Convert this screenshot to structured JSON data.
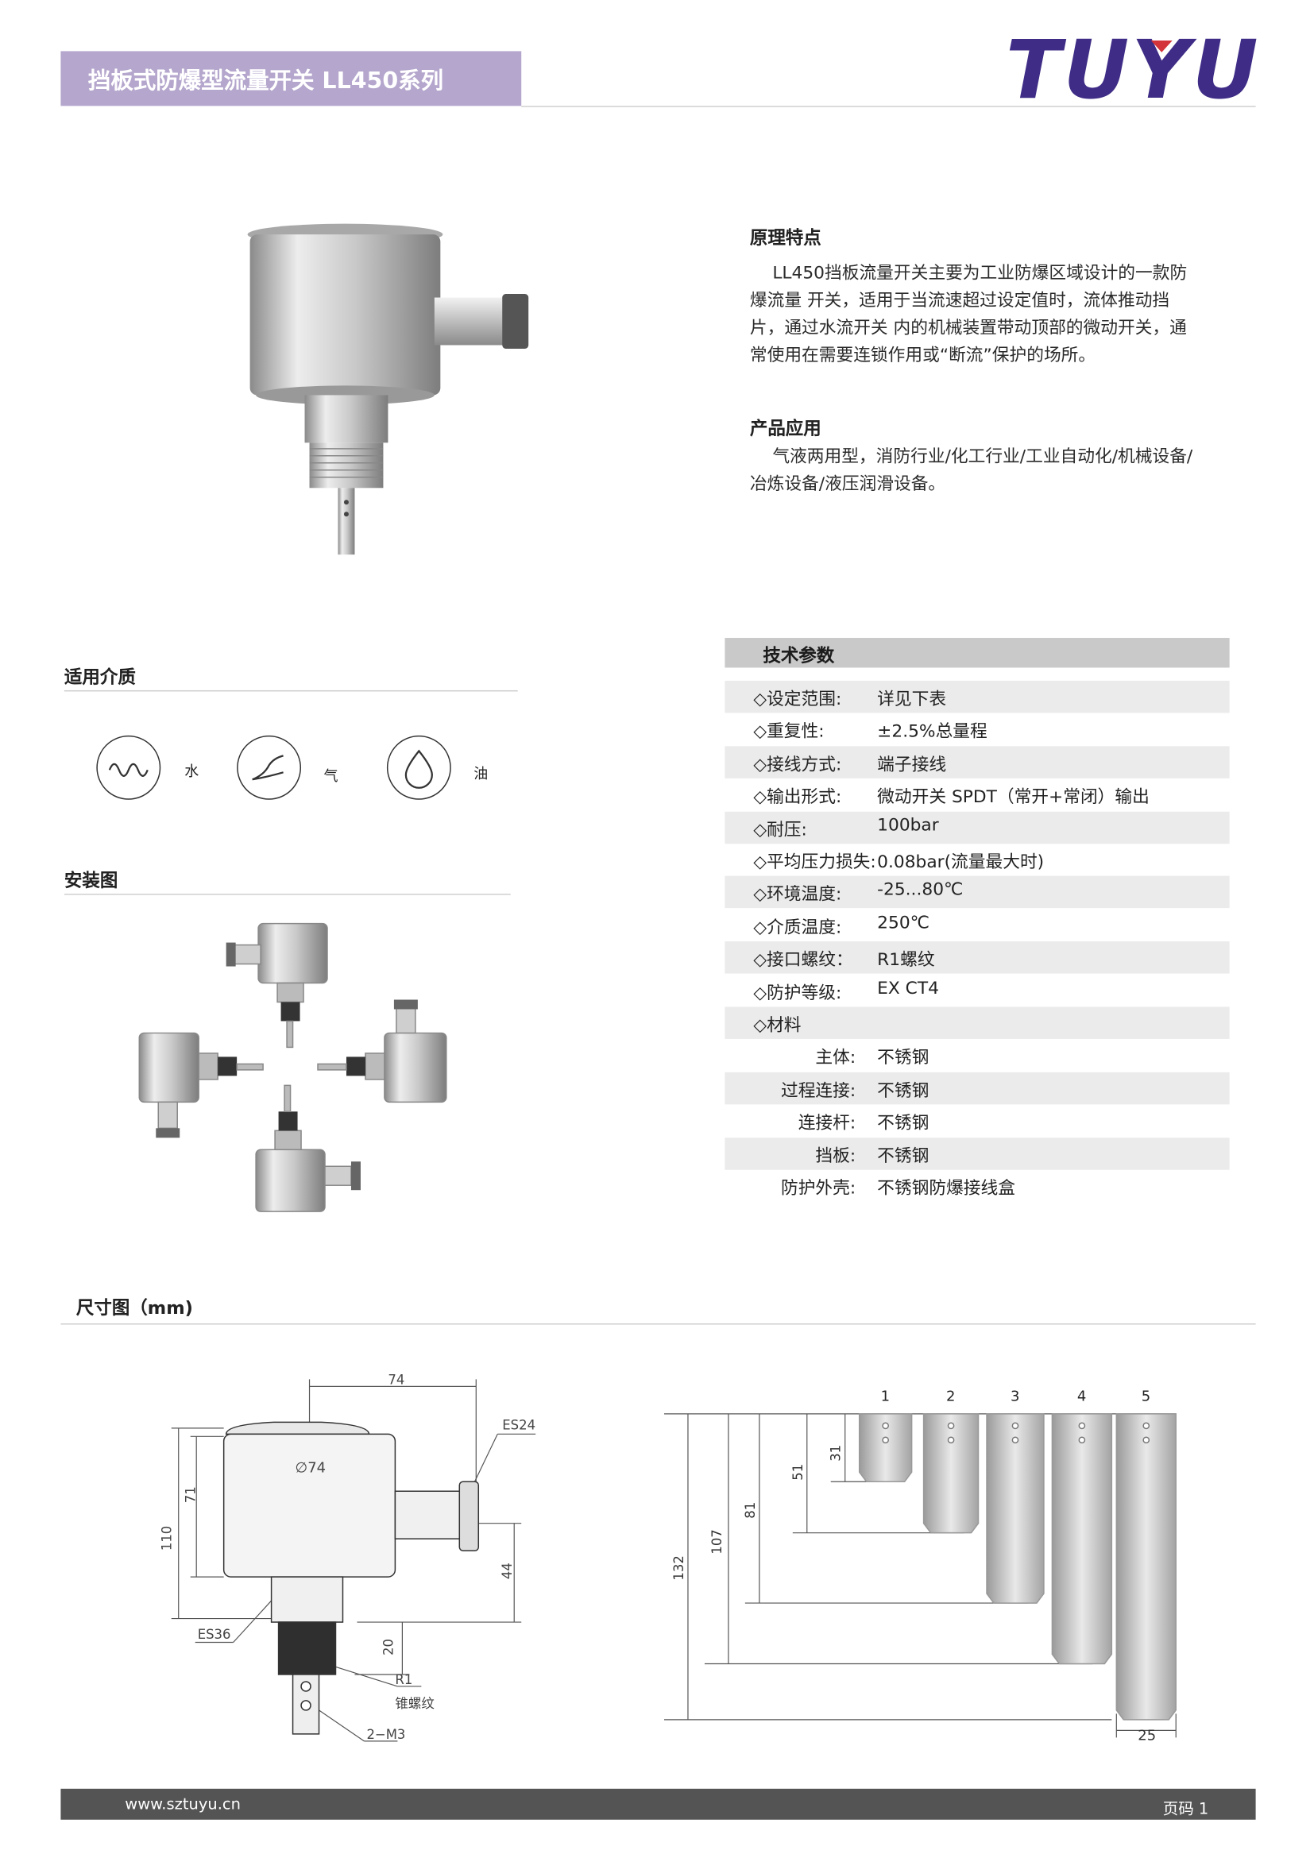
{
  "header": {
    "title": "挡板式防爆型流量开关 LL450系列",
    "logo_text": "TUYU"
  },
  "principle": {
    "heading": "原理特点",
    "body": "LL450挡板流量开关主要为工业防爆区域设计的一款防爆流量 开关，适用于当流速超过设定值时，流体推动挡片，通过水流开关 内的机械装置带动顶部的微动开关，通常使用在需要连锁作用或“断流”保护的场所。"
  },
  "application": {
    "heading": "产品应用",
    "body": "气液两用型，消防行业/化工行业/工业自动化/机械设备/冶炼设备/液压润滑设备。"
  },
  "media": {
    "heading": "适用介质",
    "items": [
      {
        "label": "水",
        "icon": "water-wave-icon"
      },
      {
        "label": "气",
        "icon": "gas-icon"
      },
      {
        "label": "油",
        "icon": "oil-drop-icon"
      }
    ]
  },
  "install": {
    "heading": "安装图"
  },
  "specs": {
    "heading": "技术参数",
    "rows": [
      {
        "label": "◇设定范围:",
        "value": "详见下表"
      },
      {
        "label": "◇重复性:",
        "value": "±2.5%总量程"
      },
      {
        "label": "◇接线方式:",
        "value": "端子接线"
      },
      {
        "label": "◇输出形式:",
        "value": "微动开关 SPDT（常开+常闭）输出"
      },
      {
        "label": "◇耐压:",
        "value": "100bar"
      },
      {
        "label": "◇平均压力损失:",
        "value": "0.08bar(流量最大时)"
      },
      {
        "label": "◇环境温度:",
        "value": "-25...80℃"
      },
      {
        "label": "◇介质温度:",
        "value": "250℃"
      },
      {
        "label": "◇接口螺纹：",
        "value": "R1螺纹"
      },
      {
        "label": "◇防护等级:",
        "value": "EX CT4"
      },
      {
        "label": "◇材料",
        "value": ""
      },
      {
        "label": "主体:",
        "value": "不锈钢"
      },
      {
        "label": "过程连接:",
        "value": "不锈钢"
      },
      {
        "label": "连接杆:",
        "value": "不锈钢"
      },
      {
        "label": "挡板:",
        "value": "不锈钢"
      },
      {
        "label": "防护外壳:",
        "value": "不锈钢防爆接线盒"
      }
    ]
  },
  "dimensions": {
    "heading": "尺寸图（mm)",
    "body_labels": {
      "width": "74",
      "diameter": "∅74",
      "es24": "ES24",
      "h71": "71",
      "h110": "110",
      "h44": "44",
      "es36": "ES36",
      "h20": "20",
      "r1": "R1",
      "taper": "锥螺纹",
      "m3": "2−M3"
    },
    "paddle_numbers": [
      "1",
      "2",
      "3",
      "4",
      "5"
    ],
    "paddle_heights": [
      "31",
      "51",
      "81",
      "107",
      "132"
    ],
    "paddle_width": "25"
  },
  "footer": {
    "url": "www.sztuyu.cn",
    "page": "页码  1"
  },
  "colors": {
    "title_band": "#b4a6cc",
    "logo": "#3f2c86",
    "logo_accent": "#d2343a",
    "footer": "#545454"
  }
}
